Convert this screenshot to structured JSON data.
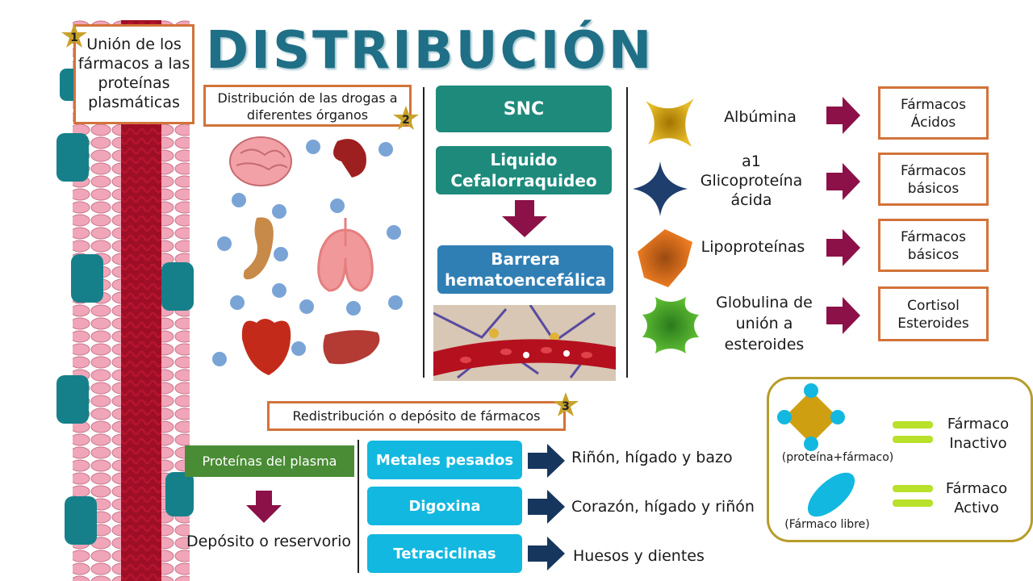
{
  "title": "DISTRIBUCIÓN",
  "badges": [
    "1",
    "2",
    "3"
  ],
  "section1": {
    "text": "Unión de los fármacos a las proteínas plasmáticas"
  },
  "section2": {
    "text": "Distribución de las drogas a diferentes órganos"
  },
  "section3": {
    "text": "Redistribución o depósito de fármacos"
  },
  "cns": {
    "snc": "SNC",
    "lcr": "Liquido Cefalorraquideo",
    "bhe": "Barrera hematoencefálica"
  },
  "proteins": [
    {
      "name": "Albúmina",
      "target": "Fármacos Ácidos",
      "color": "#d8ac1a"
    },
    {
      "name": "a1 Glicoproteína ácida",
      "target": "Fármacos básicos",
      "color": "#1e3f6e"
    },
    {
      "name": "Lipoproteínas",
      "target": "Fármacos básicos",
      "color": "#e0701e"
    },
    {
      "name": "Globulina de unión a esteroides",
      "target": "Cortisol Esteroides",
      "color": "#4cab2e"
    }
  ],
  "plasma": {
    "label": "Proteínas del plasma",
    "reservoir": "Depósito o reservorio"
  },
  "deposits": [
    {
      "drug": "Metales pesados",
      "site": "Riñón, hígado y bazo"
    },
    {
      "drug": "Digoxina",
      "site": "Corazón, hígado y riñón"
    },
    {
      "drug": "Tetraciclinas",
      "site": "Huesos y dientes"
    }
  ],
  "legend": {
    "bound_label": "(proteína+fármaco)",
    "bound_state": "Fármaco Inactivo",
    "free_label": "(Fármaco libre)",
    "free_state": "Fármaco Activo"
  }
}
